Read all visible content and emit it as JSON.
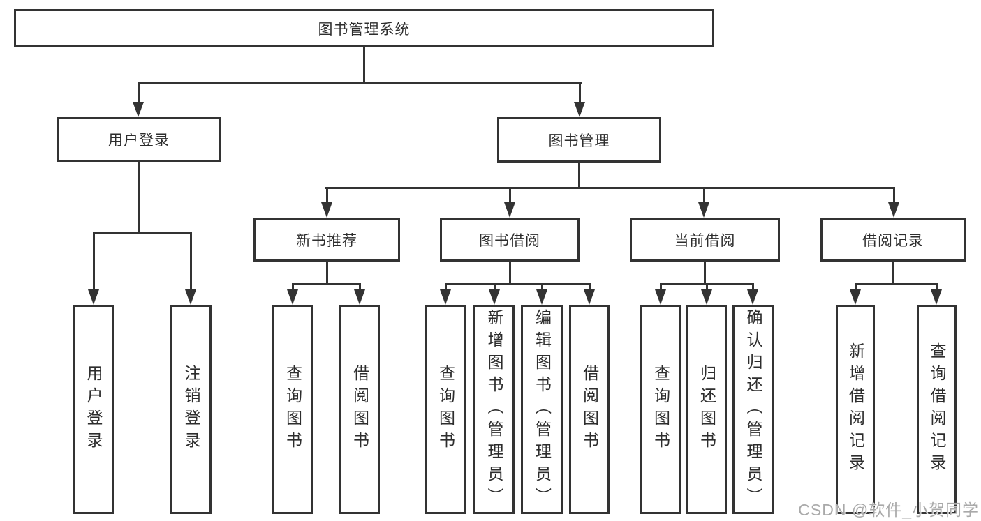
{
  "diagram_title": "图书管理系统",
  "tree": {
    "root": {
      "label": "图书管理系统"
    },
    "branches": [
      {
        "label": "用户登录",
        "leaves": [
          {
            "label": "用户登录"
          },
          {
            "label": "注销登录"
          }
        ]
      },
      {
        "label": "图书管理",
        "groups": [
          {
            "label": "新书推荐",
            "leaves": [
              {
                "label": "查询图书"
              },
              {
                "label": "借阅图书"
              }
            ]
          },
          {
            "label": "图书借阅",
            "leaves": [
              {
                "label": "查询图书"
              },
              {
                "label": "新增图书（管理员）"
              },
              {
                "label": "编辑图书（管理员）"
              },
              {
                "label": "借阅图书"
              }
            ]
          },
          {
            "label": "当前借阅",
            "leaves": [
              {
                "label": "查询图书"
              },
              {
                "label": "归还图书"
              },
              {
                "label": "确认归还（管理员）"
              }
            ]
          },
          {
            "label": "借阅记录",
            "leaves": [
              {
                "label": "新增借阅记录"
              },
              {
                "label": "查询借阅记录"
              }
            ]
          }
        ]
      }
    ]
  },
  "watermark": {
    "text": "CSDN @软件_小贺同学"
  },
  "colors": {
    "line": "#333333",
    "box_fill": "#ffffff",
    "text": "#2d2d2d",
    "watermark": "#a9a9a9",
    "background": "#ffffff"
  }
}
